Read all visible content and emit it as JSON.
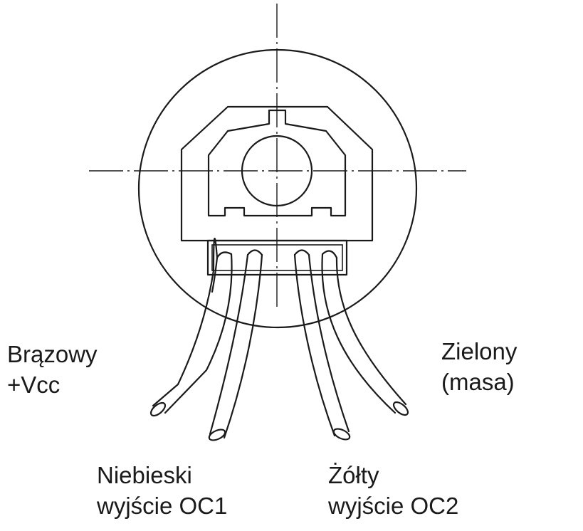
{
  "wires": [
    {
      "id": "brown",
      "color_name": "Brązowy",
      "function": "+Vcc"
    },
    {
      "id": "blue",
      "color_name": "Niebieski",
      "function": "wyjście OC1"
    },
    {
      "id": "yellow",
      "color_name": "Żółty",
      "function": "wyjście OC2"
    },
    {
      "id": "green",
      "color_name": "Zielony",
      "function": "(masa)"
    }
  ],
  "colors": {
    "line": "#1a1a1a",
    "background": "#ffffff"
  }
}
